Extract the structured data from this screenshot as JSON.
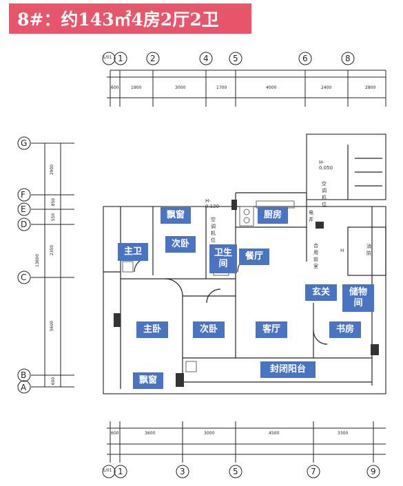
{
  "title": "8#：约143㎡4房2厅2卫",
  "axes": {
    "top_labels": [
      "1/01",
      "1",
      "2",
      "4",
      "5",
      "6",
      "8"
    ],
    "top_dims": [
      "600",
      "1900",
      "3000",
      "1700",
      "4000",
      "2400",
      "2800"
    ],
    "bottom_labels": [
      "1/01",
      "1",
      "3",
      "5",
      "7",
      "9"
    ],
    "bottom_dims": [
      "600",
      "3600",
      "3000",
      "4500",
      "3300"
    ],
    "left_labels": [
      "G",
      "F",
      "E",
      "D",
      "C",
      "B",
      "A"
    ],
    "left_dims": [
      "2900",
      "850",
      "550",
      "2350",
      "5600",
      "600"
    ],
    "left_total": "13600"
  },
  "rooms": {
    "piaochuang_top": "飘窗",
    "kitchen": "厨房",
    "master_bath": "主卫",
    "second_bedroom_top": "次卧",
    "bathroom": "卫生间",
    "dining": "餐厅",
    "entrance": "玄关",
    "storage": "储物间",
    "master_bedroom": "主卧",
    "second_bedroom": "次卧",
    "living": "客厅",
    "study": "书房",
    "balcony": "封闭阳台",
    "piaochuang_bottom": "飘窗"
  },
  "notes": {
    "h1": "H-0.120",
    "h2": "H-0.050",
    "ac": "空调机位",
    "ac2": "空调机位",
    "well": "电井",
    "hall": "合用前室",
    "fire": "消防",
    "lab_h": "H"
  }
}
